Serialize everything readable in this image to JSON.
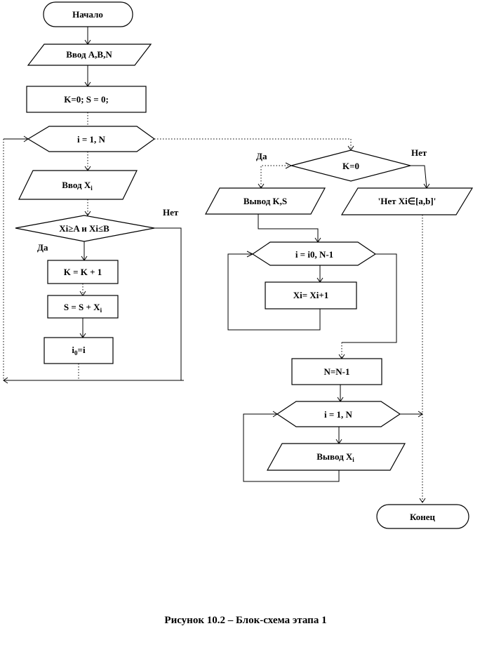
{
  "blocks": {
    "start": "Начало",
    "input_abn": "Ввод A,B,N",
    "init": "K=0;  S = 0;",
    "loop1": "i = 1, N",
    "input_xi_pre": "Ввод X",
    "input_xi_sub": "i",
    "cond_x": "Xi≥A и Xi≤B",
    "inc_k": "K = K + 1",
    "sum_s_pre": "S = S + X",
    "sum_s_sub": "i",
    "i0_pre": "i",
    "i0_sub": "0",
    "i0_post": "=i",
    "cond_k": "K=0",
    "output_ks": "Вывод K,S",
    "msg_none": "'Нет Xi∈[a,b]'",
    "loop2": "i = i0, N-1",
    "shift": "Xi= Xi+1",
    "dec_n": "N=N-1",
    "loop3": "i = 1, N",
    "output_xi_pre": "Вывод X",
    "output_xi_sub": "i",
    "end": "Конец"
  },
  "labels": {
    "yes": "Да",
    "no": "Нет"
  },
  "caption": "Рисунок 10.2 – Блок-схема этапа 1"
}
